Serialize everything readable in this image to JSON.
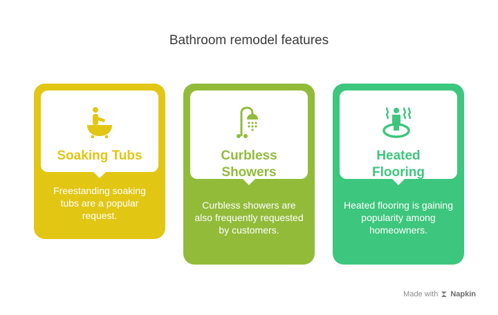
{
  "title": "Bathroom remodel features",
  "colors": {
    "card1": "#e2c614",
    "card2": "#92bb3a",
    "card3": "#3dc67d"
  },
  "cards": [
    {
      "heading": "Soaking Tubs",
      "icon": "bathtub-icon",
      "description": "Freestanding soaking tubs are a popular request."
    },
    {
      "heading": "Curbless Showers",
      "icon": "shower-icon",
      "description": "Curbless showers are also frequently requested by customers."
    },
    {
      "heading": "Heated Flooring",
      "icon": "heated-floor-icon",
      "description": "Heated flooring is gaining popularity among homeowners."
    }
  ],
  "footer": {
    "made_with": "Made with",
    "brand": "Napkin"
  }
}
